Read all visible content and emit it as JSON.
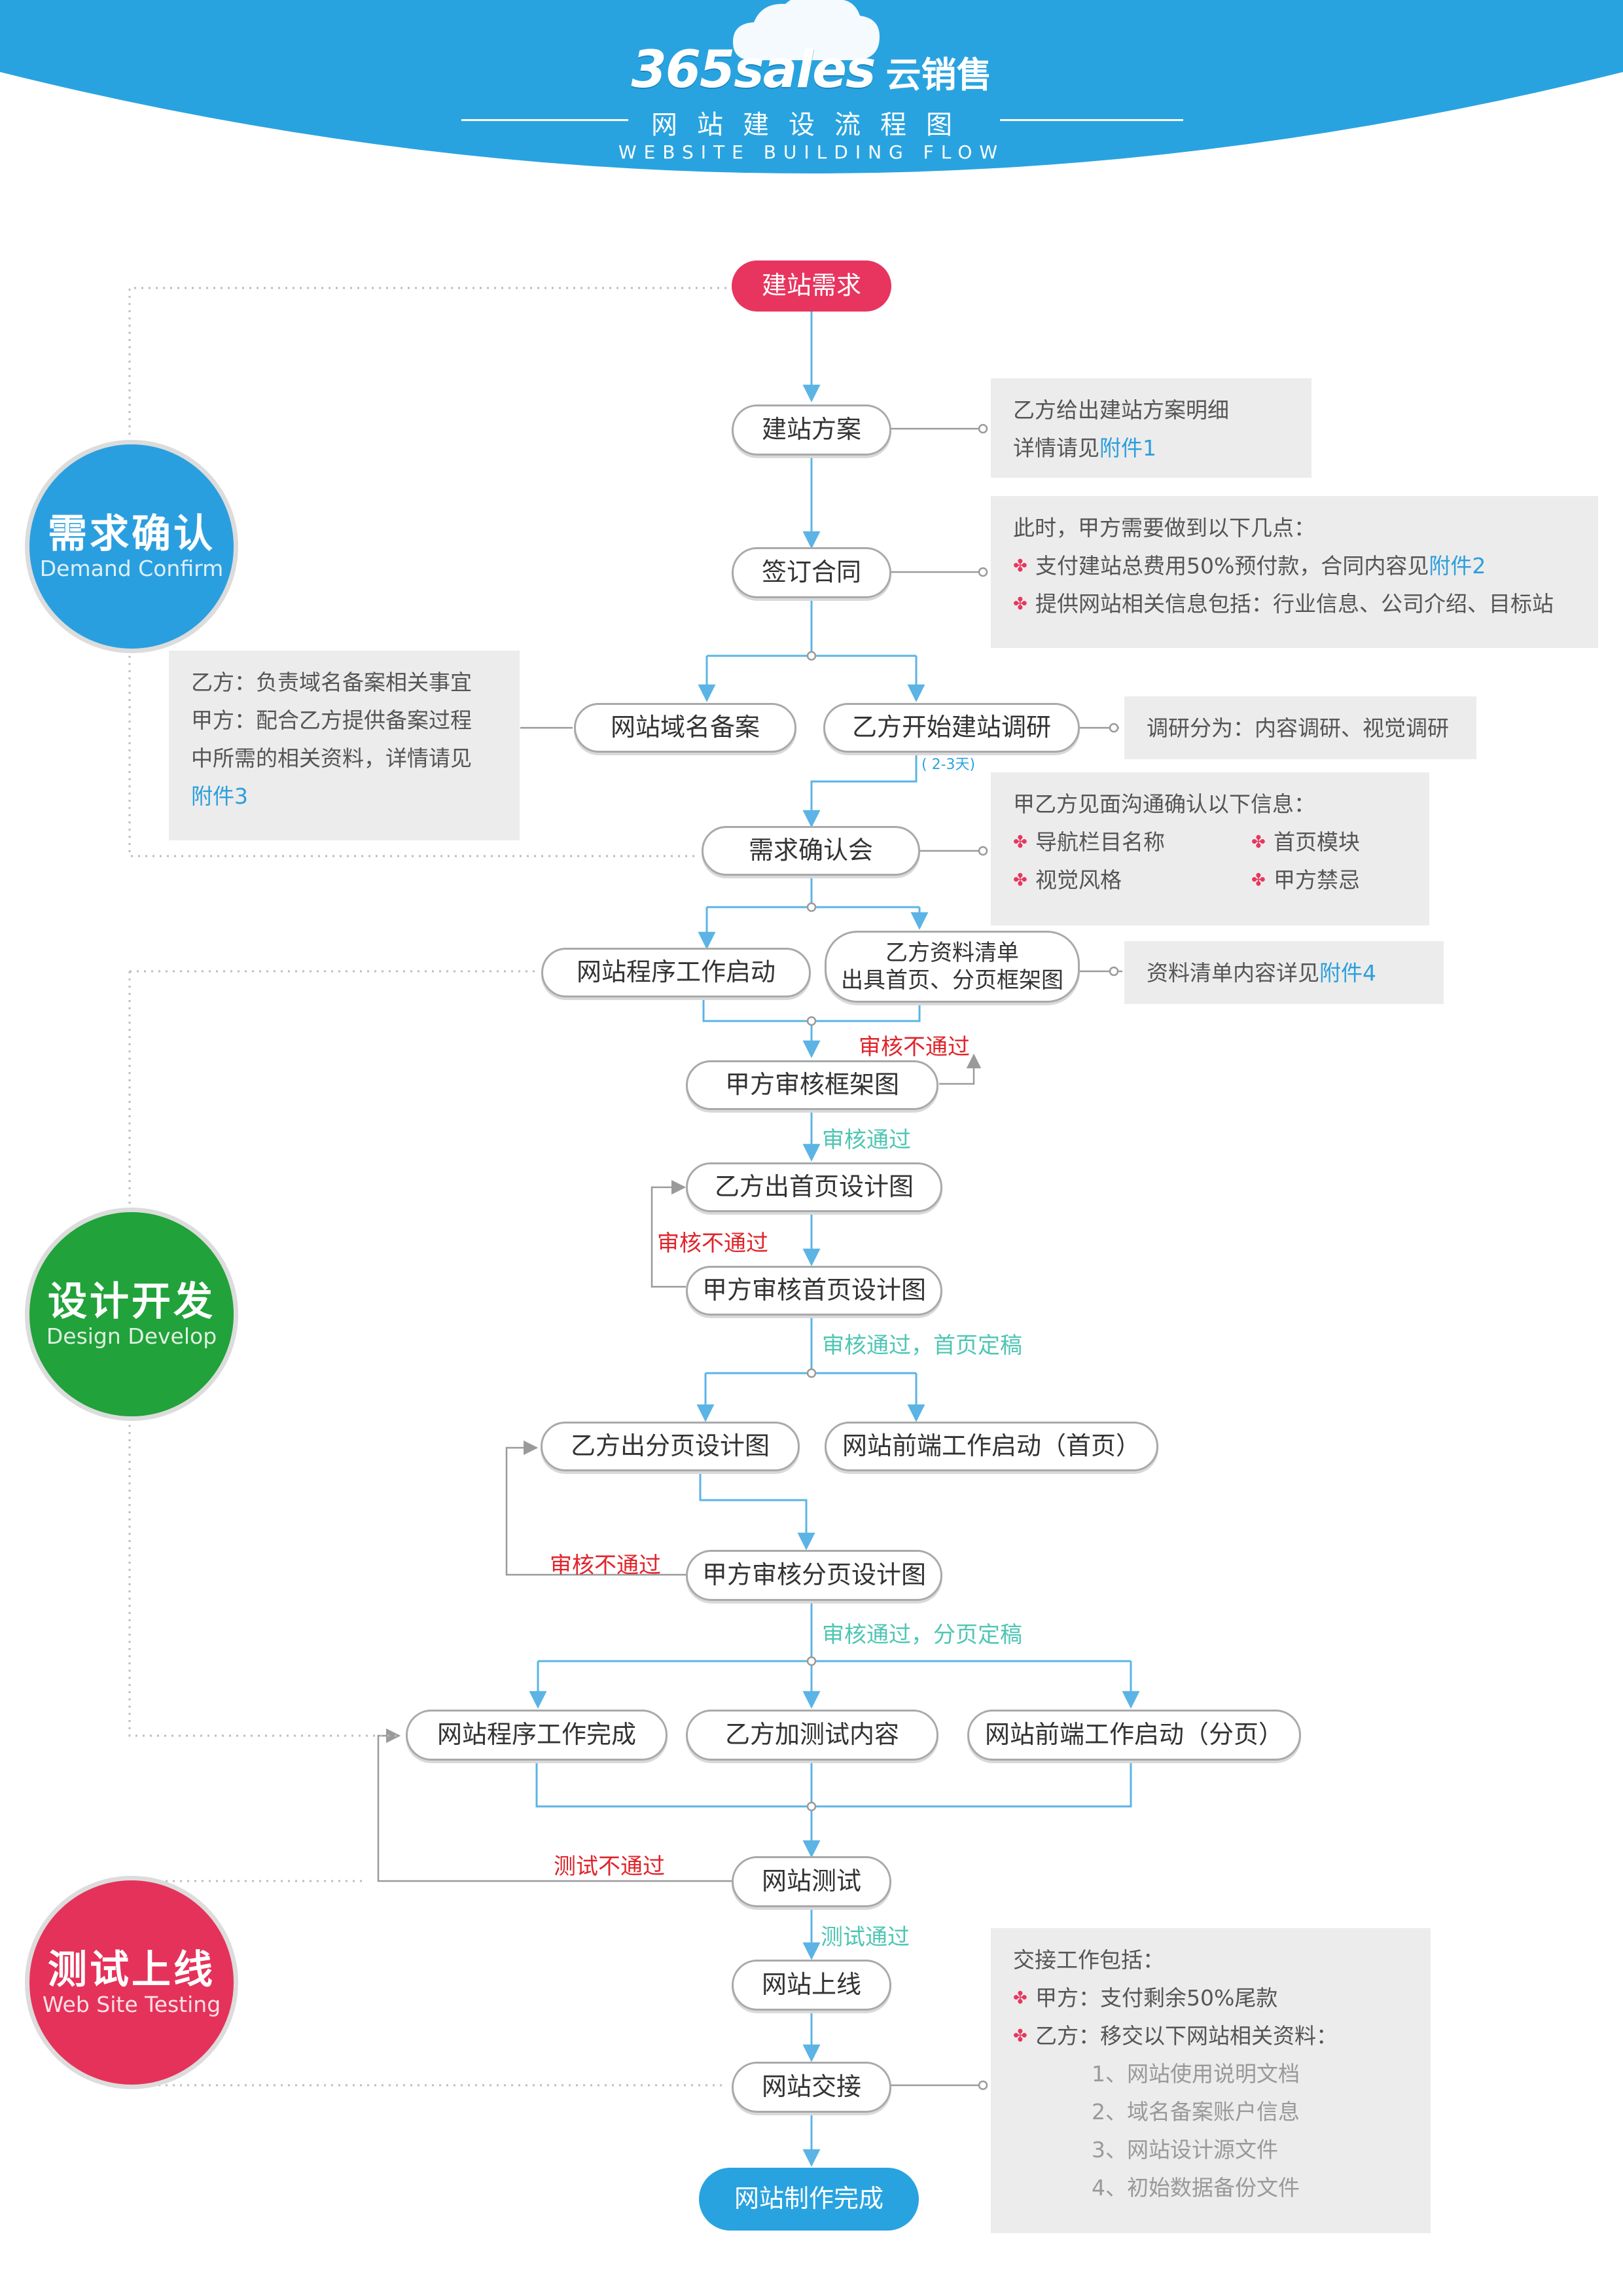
{
  "header": {
    "logo_text": "365sales",
    "logo_cn": "云销售",
    "title": "网站建设流程图",
    "subtitle": "WEBSITE BUILDING FLOW"
  },
  "phases": [
    {
      "title": "需求确认",
      "en": "Demand Confirm",
      "color": "#2a9fdf"
    },
    {
      "title": "设计开发",
      "en": "Design Develop",
      "color": "#21a23a"
    },
    {
      "title": "测试上线",
      "en": "Web Site Testing",
      "color": "#e5325a"
    }
  ],
  "nodes": {
    "start": "建站需求",
    "plan": "建站方案",
    "contract": "签订合同",
    "domain": "网站域名备案",
    "research": "乙方开始建站调研",
    "meeting": "需求确认会",
    "program_start": "网站程序工作启动",
    "material_line1": "乙方资料清单",
    "material_line2": "出具首页、分页框架图",
    "review_frame": "甲方审核框架图",
    "home_design": "乙方出首页设计图",
    "review_home": "甲方审核首页设计图",
    "sub_design": "乙方出分页设计图",
    "frontend_home": "网站前端工作启动（首页）",
    "review_sub": "甲方审核分页设计图",
    "program_done": "网站程序工作完成",
    "test_content": "乙方加测试内容",
    "frontend_sub": "网站前端工作启动（分页）",
    "test": "网站测试",
    "launch": "网站上线",
    "handover": "网站交接",
    "finish": "网站制作完成"
  },
  "labels": {
    "days": "( 2-3天)",
    "reject1": "审核不通过",
    "pass1": "审核通过",
    "reject2": "审核不通过",
    "pass2": "审核通过，首页定稿",
    "reject3": "审核不通过",
    "pass3": "审核通过，分页定稿",
    "test_fail": "测试不通过",
    "test_pass": "测试通过"
  },
  "notes": {
    "plan": {
      "line1": "乙方给出建站方案明细",
      "line2_prefix": "详情请见",
      "link": "附件1"
    },
    "contract": {
      "intro": "此时，甲方需要做到以下几点：",
      "item1_prefix": "支付建站总费用50%预付款，合同内容见",
      "item1_link": "附件2",
      "item2": "提供网站相关信息包括：行业信息、公司介绍、目标站"
    },
    "domain": {
      "line1": "乙方：负责域名备案相关事宜",
      "line2": "甲方：配合乙方提供备案过程",
      "line3": "中所需的相关资料，详情请见",
      "link": "附件3"
    },
    "research": {
      "text": "调研分为：内容调研、视觉调研"
    },
    "meeting": {
      "intro": "甲乙方见面沟通确认以下信息：",
      "item1": "导航栏目名称",
      "item2": "首页模块",
      "item3": "视觉风格",
      "item4": "甲方禁忌"
    },
    "material": {
      "prefix": "资料清单内容详见",
      "link": "附件4"
    },
    "handover": {
      "intro": "交接工作包括：",
      "item1": "甲方：支付剩余50%尾款",
      "item2": "乙方：移交以下网站相关资料：",
      "sub1": "1、网站使用说明文档",
      "sub2": "2、域名备案账户信息",
      "sub3": "3、网站设计源文件",
      "sub4": "4、初始数据备份文件"
    }
  },
  "colors": {
    "accent_blue": "#29a3e0",
    "accent_pink": "#e7355f",
    "pass_green": "#4fc6b3",
    "reject_red": "#e0242b",
    "note_bg": "#ececec"
  }
}
